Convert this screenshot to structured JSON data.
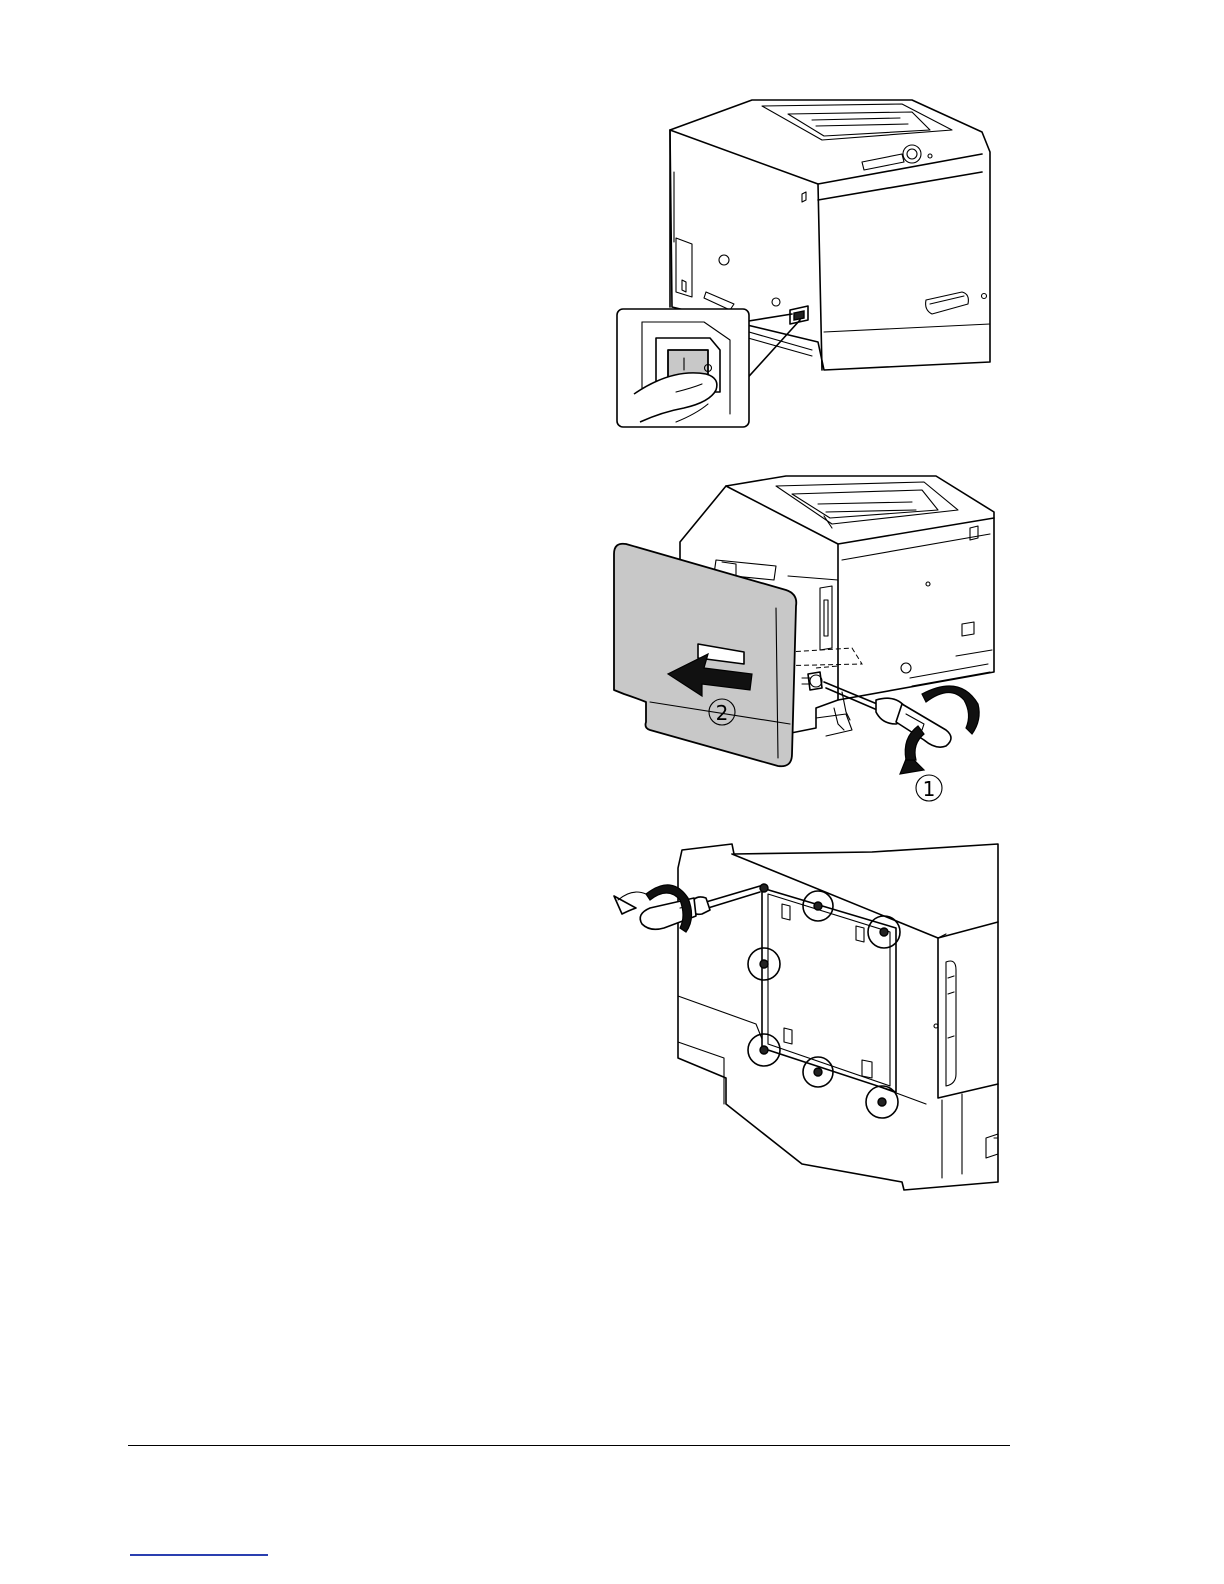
{
  "figures": [
    {
      "id": "power",
      "callouts": []
    },
    {
      "id": "cover",
      "callouts": [
        "2",
        "1"
      ]
    },
    {
      "id": "plate",
      "callouts": []
    }
  ],
  "colors": {
    "cover_fill": "#c8c8c8",
    "rule": "#000000",
    "link_underline": "#2a3fb0"
  }
}
